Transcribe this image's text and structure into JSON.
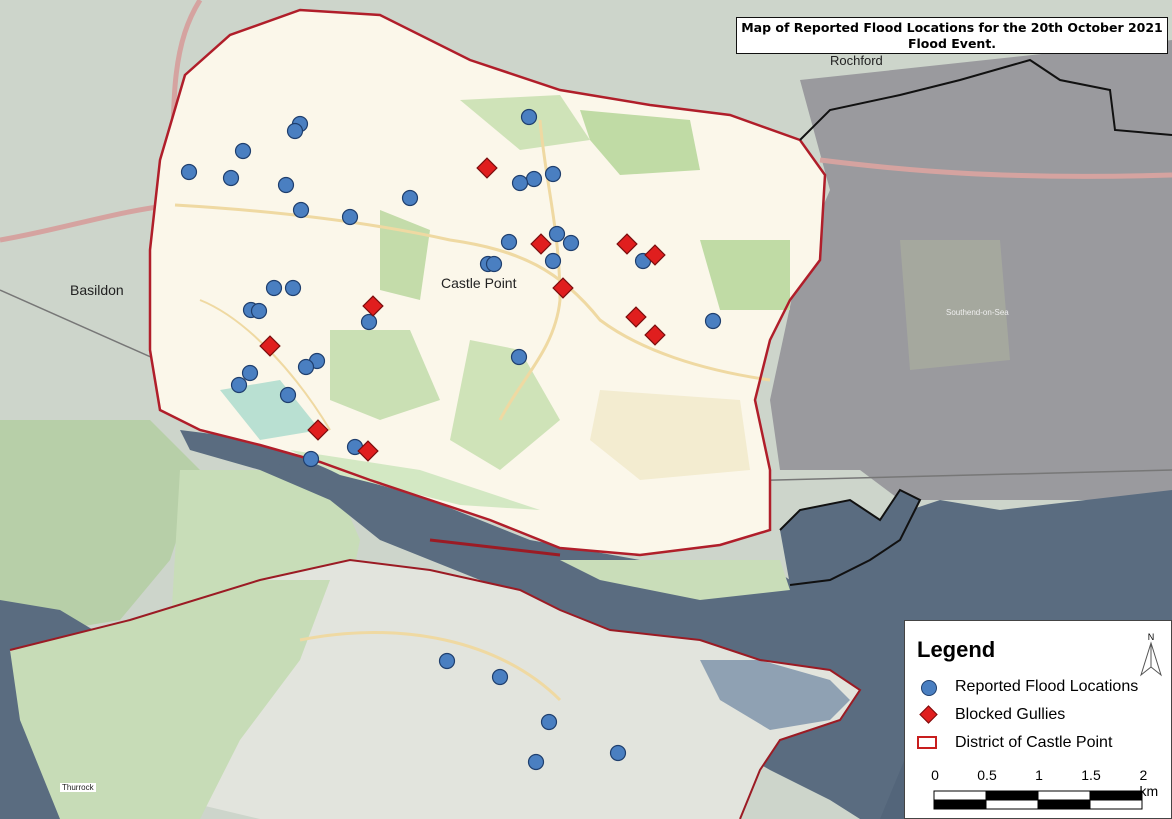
{
  "title": {
    "line1": "Map of Reported Flood Locations for the 20th October 2021",
    "line2": "Flood Event."
  },
  "places": {
    "rochford": "Rochford",
    "basildon": "Basildon",
    "castle_point": "Castle Point",
    "southend": "Southend-on-Sea",
    "thurrock": "Thurrock"
  },
  "legend": {
    "title": "Legend",
    "north": "N",
    "items": [
      {
        "label": "Reported Flood Locations",
        "symbol": "blue-circle",
        "color": "#4a7fc1"
      },
      {
        "label": "Blocked Gullies",
        "symbol": "red-diamond",
        "color": "#e01e1e"
      },
      {
        "label": "District of Castle Point",
        "symbol": "red-outline-box",
        "color": "#c81e1e"
      }
    ],
    "scale": {
      "ticks": [
        "0",
        "0.5",
        "1",
        "1.5",
        "2 km"
      ]
    }
  },
  "colors": {
    "district_fill": "#fbf7ea",
    "district_border": "#b01e2a",
    "water": "#586a7e",
    "land_outside": "#cbd4ca",
    "southend_shade": "#8f8f93"
  },
  "markers": {
    "flood_locations": [
      [
        529,
        117
      ],
      [
        300,
        124
      ],
      [
        295,
        131
      ],
      [
        243,
        151
      ],
      [
        189,
        172
      ],
      [
        231,
        178
      ],
      [
        286,
        185
      ],
      [
        553,
        174
      ],
      [
        534,
        179
      ],
      [
        520,
        183
      ],
      [
        410,
        198
      ],
      [
        301,
        210
      ],
      [
        350,
        217
      ],
      [
        509,
        242
      ],
      [
        557,
        234
      ],
      [
        571,
        243
      ],
      [
        488,
        264
      ],
      [
        494,
        264
      ],
      [
        553,
        261
      ],
      [
        643,
        261
      ],
      [
        274,
        288
      ],
      [
        293,
        288
      ],
      [
        251,
        310
      ],
      [
        259,
        311
      ],
      [
        369,
        322
      ],
      [
        713,
        321
      ],
      [
        519,
        357
      ],
      [
        317,
        361
      ],
      [
        306,
        367
      ],
      [
        250,
        373
      ],
      [
        239,
        385
      ],
      [
        288,
        395
      ],
      [
        355,
        447
      ],
      [
        311,
        459
      ],
      [
        447,
        661
      ],
      [
        500,
        677
      ],
      [
        549,
        722
      ],
      [
        618,
        753
      ],
      [
        536,
        762
      ]
    ],
    "blocked_gullies": [
      [
        487,
        168
      ],
      [
        541,
        244
      ],
      [
        627,
        244
      ],
      [
        655,
        255
      ],
      [
        563,
        288
      ],
      [
        373,
        306
      ],
      [
        636,
        317
      ],
      [
        655,
        335
      ],
      [
        270,
        346
      ],
      [
        318,
        430
      ],
      [
        368,
        451
      ]
    ]
  }
}
